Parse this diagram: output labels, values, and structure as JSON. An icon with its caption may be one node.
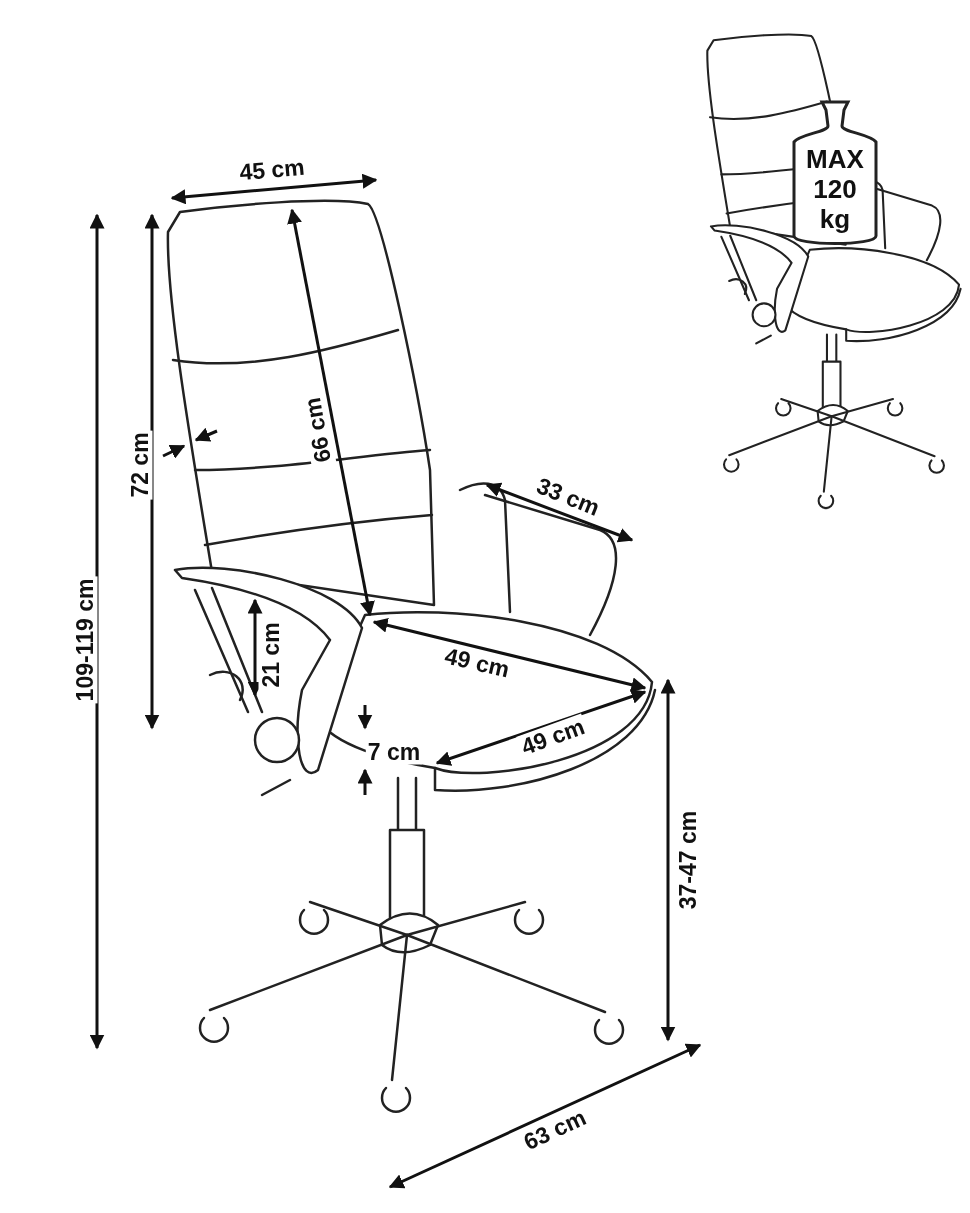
{
  "diagram": {
    "nodes": [
      {
        "text": [
          "MAX 120 kg"
        ]
      }
    ],
    "labels": [
      "45 cm",
      "66 cm",
      "72 cm",
      "33 cm",
      "109-119 cm",
      "21 cm",
      "49 cm",
      "49 cm",
      "7 cm",
      "37-47 cm",
      "63 cm"
    ]
  }
}
